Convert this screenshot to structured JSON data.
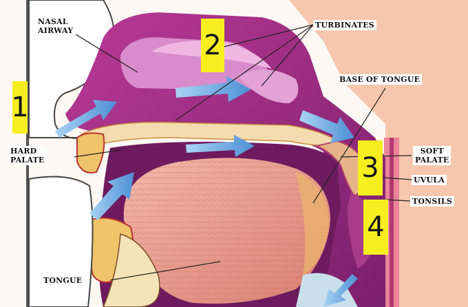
{
  "labels": {
    "nasal_airway": "NASAL\nAIRWAY",
    "turbinates": "TURBINATES",
    "base_of_tongue": "BASE OF TONGUE",
    "hard_palate": "HARD\nPALATE",
    "soft_palate": "SOFT\nPALATE",
    "uvula": "UVULA",
    "tonsils": "TONSILS",
    "tongue": "TONGUE"
  },
  "markers": [
    "1",
    "2",
    "3",
    "4"
  ],
  "colors": {
    "marker": "#f7ee1f",
    "nasal_cavity": "#c2409e",
    "turbinate": "#d98ccc",
    "tongue": "#e9a090",
    "airway_arrow": "#6aa8e0",
    "skin": "#f4c9b2"
  }
}
